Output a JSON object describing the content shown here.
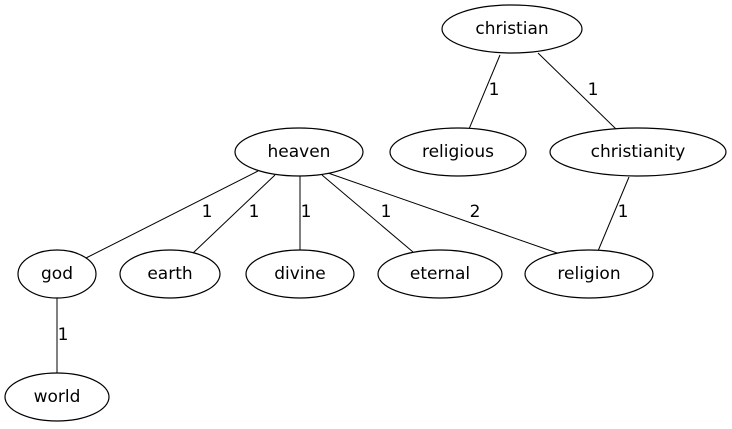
{
  "graph": {
    "nodes": [
      {
        "id": "christian",
        "label": "christian"
      },
      {
        "id": "religious",
        "label": "religious"
      },
      {
        "id": "christianity",
        "label": "christianity"
      },
      {
        "id": "heaven",
        "label": "heaven"
      },
      {
        "id": "god",
        "label": "god"
      },
      {
        "id": "earth",
        "label": "earth"
      },
      {
        "id": "divine",
        "label": "divine"
      },
      {
        "id": "eternal",
        "label": "eternal"
      },
      {
        "id": "religion",
        "label": "religion"
      },
      {
        "id": "world",
        "label": "world"
      }
    ],
    "edges": [
      {
        "from": "christian",
        "to": "religious",
        "weight": "1"
      },
      {
        "from": "christian",
        "to": "christianity",
        "weight": "1"
      },
      {
        "from": "christianity",
        "to": "religion",
        "weight": "1"
      },
      {
        "from": "heaven",
        "to": "god",
        "weight": "1"
      },
      {
        "from": "heaven",
        "to": "earth",
        "weight": "1"
      },
      {
        "from": "heaven",
        "to": "divine",
        "weight": "1"
      },
      {
        "from": "heaven",
        "to": "eternal",
        "weight": "1"
      },
      {
        "from": "heaven",
        "to": "religion",
        "weight": "2"
      },
      {
        "from": "god",
        "to": "world",
        "weight": "1"
      }
    ]
  }
}
